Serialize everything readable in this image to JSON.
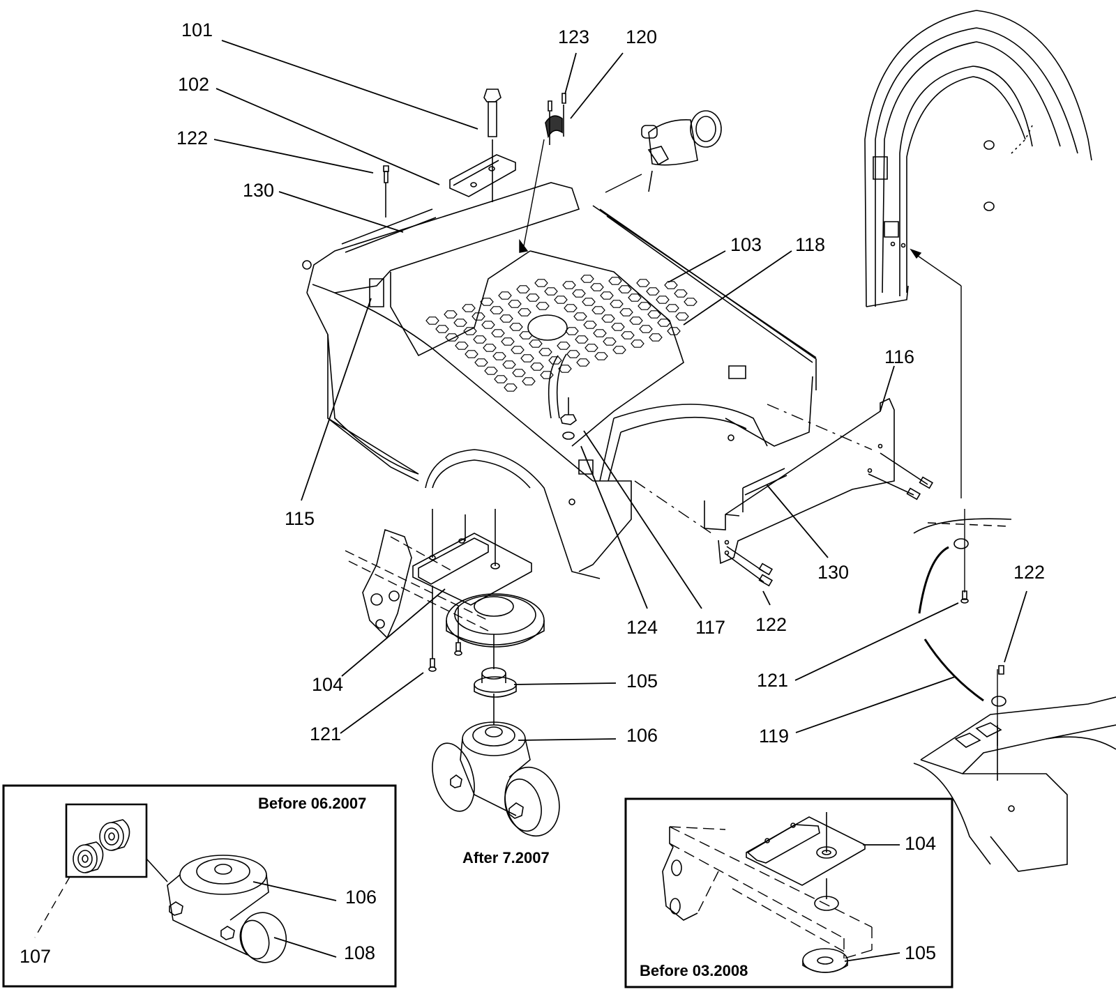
{
  "diagram": {
    "type": "exploded parts diagram",
    "callouts": [
      {
        "id": "c101",
        "label": "101"
      },
      {
        "id": "c102",
        "label": "102"
      },
      {
        "id": "c122a",
        "label": "122"
      },
      {
        "id": "c130a",
        "label": "130"
      },
      {
        "id": "c123",
        "label": "123"
      },
      {
        "id": "c120",
        "label": "120"
      },
      {
        "id": "c103",
        "label": "103"
      },
      {
        "id": "c118",
        "label": "118"
      },
      {
        "id": "c116",
        "label": "116"
      },
      {
        "id": "c115",
        "label": "115"
      },
      {
        "id": "c130b",
        "label": "130"
      },
      {
        "id": "c122b",
        "label": "122"
      },
      {
        "id": "c124",
        "label": "124"
      },
      {
        "id": "c117",
        "label": "117"
      },
      {
        "id": "c122c",
        "label": "122"
      },
      {
        "id": "c104",
        "label": "104"
      },
      {
        "id": "c105",
        "label": "105"
      },
      {
        "id": "c121a",
        "label": "121"
      },
      {
        "id": "c106",
        "label": "106"
      },
      {
        "id": "c121b",
        "label": "121"
      },
      {
        "id": "c119",
        "label": "119"
      },
      {
        "id": "c107",
        "label": "107"
      },
      {
        "id": "c106b",
        "label": "106"
      },
      {
        "id": "c108",
        "label": "108"
      },
      {
        "id": "c104b",
        "label": "104"
      },
      {
        "id": "c105b",
        "label": "105"
      }
    ],
    "captions": {
      "after": "After 7.2007",
      "before_caster": "Before 06.2007",
      "before_plate": "Before 03.2008"
    }
  }
}
